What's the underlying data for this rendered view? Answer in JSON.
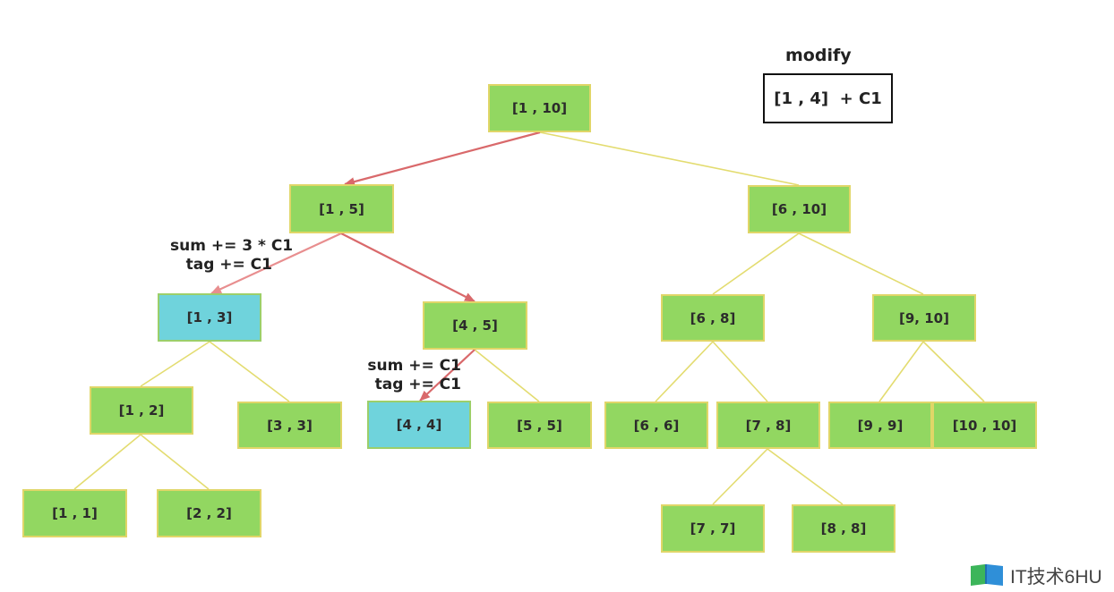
{
  "nodes": {
    "n_1_10": "[1 , 10]",
    "n_1_5": "[1 , 5]",
    "n_6_10": "[6 , 10]",
    "n_1_3": "[1 , 3]",
    "n_4_5": "[4 , 5]",
    "n_6_8": "[6 , 8]",
    "n_9_10": "[9, 10]",
    "n_1_2": "[1 , 2]",
    "n_3_3": "[3 , 3]",
    "n_4_4": "[4 , 4]",
    "n_5_5": "[5 , 5]",
    "n_6_6": "[6 , 6]",
    "n_7_8": "[7 , 8]",
    "n_9_9": "[9 , 9]",
    "n_10_10": "[10 , 10]",
    "n_1_1": "[1 , 1]",
    "n_2_2": "[2 , 2]",
    "n_7_7": "[7 , 7]",
    "n_8_8": "[8 , 8]"
  },
  "annotations": {
    "left_sum": "sum += 3 * C1",
    "left_tag": "tag += C1",
    "mid_sum": "sum += C1",
    "mid_tag": "tag += C1"
  },
  "modify": {
    "title": "modify",
    "expression": "[1 , 4]  + C1"
  },
  "watermark": {
    "text": "IT技术6HU"
  },
  "colors": {
    "node_fill": "#92d761",
    "node_border": "#e0d668",
    "highlight_fill": "#6fd3dc",
    "active_edge": "#d9696b",
    "light_edge": "#e88e8f",
    "inactive_edge": "#e3dc70"
  }
}
